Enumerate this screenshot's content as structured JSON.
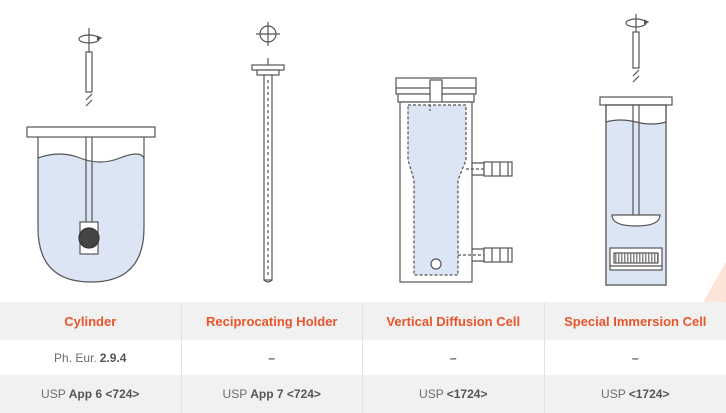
{
  "illustrations": [
    {
      "name": "cylinder-apparatus-diagram",
      "rotation_icon": "rotation-arrow-icon"
    },
    {
      "name": "reciprocating-holder-diagram",
      "rotation_icon": "crosshair-icon"
    },
    {
      "name": "vertical-diffusion-cell-diagram"
    },
    {
      "name": "special-immersion-cell-diagram",
      "rotation_icon": "rotation-arrow-icon"
    }
  ],
  "table": {
    "headers": [
      "Cylinder",
      "Reciprocating Holder",
      "Vertical Diffusion Cell",
      "Special Immersion Cell"
    ],
    "ph_eur_row": [
      {
        "prefix": "Ph. Eur.",
        "value": "2.9.4"
      },
      {
        "prefix": "",
        "value": "–"
      },
      {
        "prefix": "",
        "value": "–"
      },
      {
        "prefix": "",
        "value": "–"
      }
    ],
    "usp_row": [
      {
        "prefix": "USP",
        "value": "App 6 <724>"
      },
      {
        "prefix": "USP",
        "value": "App 7 <724>"
      },
      {
        "prefix": "USP",
        "value": "<1724>"
      },
      {
        "prefix": "USP",
        "value": "<1724>"
      }
    ]
  },
  "colors": {
    "accent": "#e8552a",
    "liquid": "#dbe5f4",
    "line": "#555555",
    "row_bg": "#f1f1f1"
  }
}
